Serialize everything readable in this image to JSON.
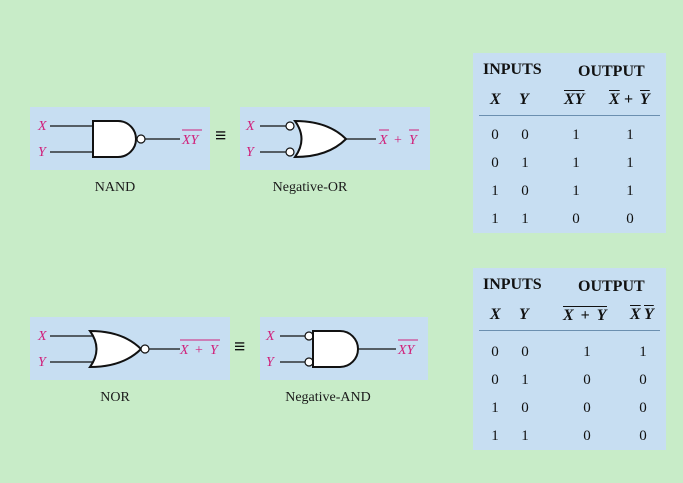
{
  "nand_panel": {
    "input_x": "X",
    "input_y": "Y",
    "output": "XY",
    "caption": "NAND"
  },
  "equiv_symbol": "≡",
  "negor_panel": {
    "input_x": "X",
    "input_y": "Y",
    "output_x": "X",
    "plus": "+",
    "output_y": "Y",
    "caption": "Negative-OR"
  },
  "nor_panel": {
    "input_x": "X",
    "input_y": "Y",
    "output_x": "X",
    "plus": "+",
    "output_y": "Y",
    "caption": "NOR"
  },
  "negand_panel": {
    "input_x": "X",
    "input_y": "Y",
    "output": "XY",
    "caption": "Negative-AND"
  },
  "table1": {
    "inputs_label": "INPUTS",
    "output_label": "OUTPUT",
    "col_x": "X",
    "col_y": "Y",
    "col_out1": "XY",
    "col_out2_x": "X",
    "col_out2_plus": "+",
    "col_out2_y": "Y",
    "rows": [
      [
        "0",
        "0",
        "1",
        "1"
      ],
      [
        "0",
        "1",
        "1",
        "1"
      ],
      [
        "1",
        "0",
        "1",
        "1"
      ],
      [
        "1",
        "1",
        "0",
        "0"
      ]
    ]
  },
  "table2": {
    "inputs_label": "INPUTS",
    "output_label": "OUTPUT",
    "col_x": "X",
    "col_y": "Y",
    "col_out1_x": "X",
    "col_out1_plus": "+",
    "col_out1_y": "Y",
    "col_out2_x": "X",
    "col_out2_y": "Y",
    "rows": [
      [
        "0",
        "0",
        "1",
        "1"
      ],
      [
        "0",
        "1",
        "0",
        "0"
      ],
      [
        "1",
        "0",
        "0",
        "0"
      ],
      [
        "1",
        "1",
        "0",
        "0"
      ]
    ]
  }
}
